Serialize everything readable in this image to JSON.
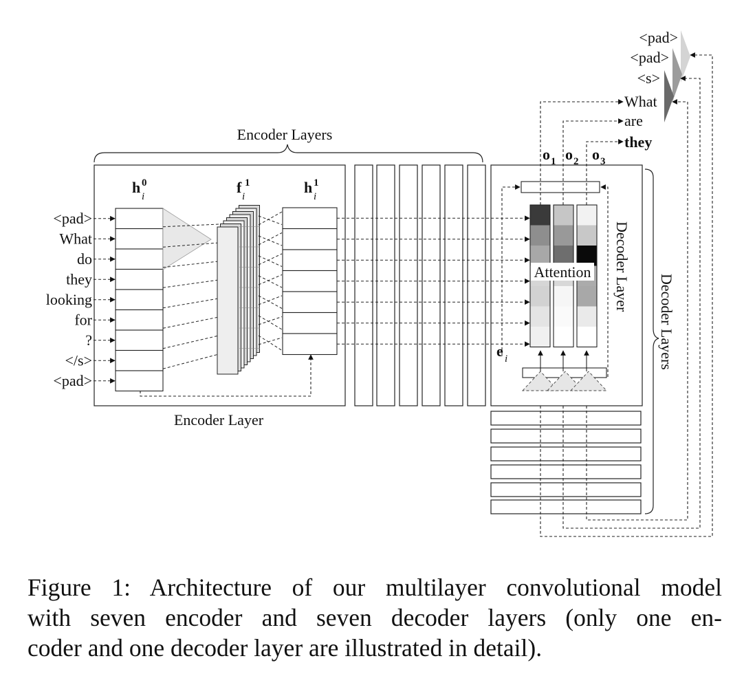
{
  "figure": {
    "encoder_layers_label": "Encoder Layers",
    "encoder_layer_label": "Encoder Layer",
    "decoder_layer_label": "Decoder Layer",
    "decoder_layers_label": "Decoder Layers",
    "attention_label": "Attention",
    "h0_label": {
      "base": "h",
      "sub": "i",
      "sup": "0"
    },
    "f1_label": {
      "base": "f",
      "sub": "i",
      "sup": "1"
    },
    "h1_label": {
      "base": "h",
      "sub": "i",
      "sup": "1"
    },
    "e_label": {
      "base": "e",
      "sub": "i"
    },
    "output_labels": [
      {
        "base": "o",
        "sub": "1"
      },
      {
        "base": "o",
        "sub": "2"
      },
      {
        "base": "o",
        "sub": "3"
      }
    ],
    "input_tokens": [
      "<pad>",
      "What",
      "do",
      "they",
      "looking",
      "for",
      "?",
      "</s>",
      "<pad>"
    ],
    "decoder_input_tokens": [
      "<pad>",
      "<pad>",
      "<s>",
      "What"
    ],
    "decoder_output_tokens": [
      "are",
      "they"
    ],
    "attention_shades": [
      [
        "#3a3a3a",
        "#8e8e8e",
        "#a8a8a8",
        "#d6d6d6",
        "#d2d2d2",
        "#e4e4e4",
        "#f0f0f0"
      ],
      [
        "#c6c6c6",
        "#999999",
        "#6e6e6e",
        "#d8d8d8",
        "#f6f6f6",
        "#fafafa",
        "#ffffff"
      ],
      [
        "#f2f2f2",
        "#c8c8c8",
        "#0a0a0a",
        "#ababab",
        "#a8a8a8",
        "#eaeaea",
        "#ffffff"
      ]
    ],
    "triangle_shades": [
      "#d4d4d4",
      "#9c9c9c",
      "#6a6a6a"
    ]
  },
  "caption": {
    "line1": "Figure 1: Architecture of our multilayer convolutional model",
    "line2": "with seven encoder and seven decoder layers (only one en-",
    "line3": "coder and one decoder layer are illustrated in detail)."
  }
}
